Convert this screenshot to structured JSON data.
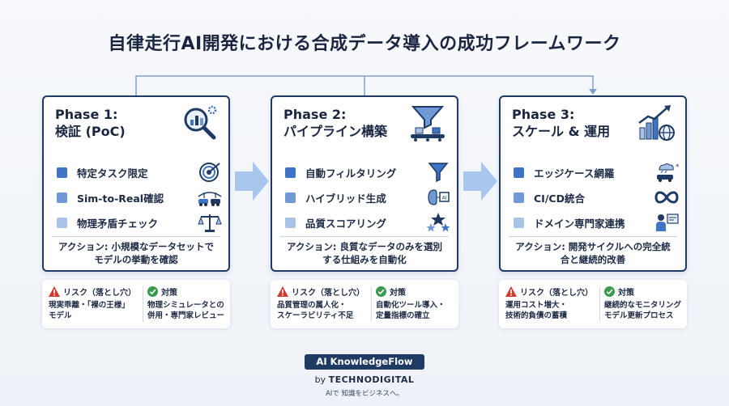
{
  "title": "自律走行AI開発における合成データ導入の成功フレームワーク",
  "colors": {
    "navy": "#1f3a63",
    "sq1": "#3f73c4",
    "sq2": "#6f9ad6",
    "sq3": "#a9c3e8",
    "arrow": "#a9c6ee",
    "warn": "#d03a2f",
    "check": "#3a9a4e"
  },
  "phases": [
    {
      "num": "Phase 1:",
      "name": "検証 (PoC)",
      "icon": "magnifier-chart-gear-icon",
      "items": [
        {
          "label": "特定タスク限定",
          "icon": "target-icon"
        },
        {
          "label": "Sim-to-Real確認",
          "icon": "cars-bridge-icon"
        },
        {
          "label": "物理矛盾チェック",
          "icon": "scale-icon"
        }
      ],
      "action": "アクション: 小規模なデータセットで\nモデルの挙動を確認",
      "risk_label": "リスク（落とし穴）",
      "risk_text": "現実乖離・「裸の王様」\nモデル",
      "measure_label": "対策",
      "measure_text": "物理シミュレータとの\n併用・専門家レビュー"
    },
    {
      "num": "Phase 2:",
      "name": "パイプライン構築",
      "icon": "funnel-conveyor-icon",
      "items": [
        {
          "label": "自動フィルタリング",
          "icon": "funnel-icon"
        },
        {
          "label": "ハイブリッド生成",
          "icon": "brain-ai-icon"
        },
        {
          "label": "品質スコアリング",
          "icon": "stars-icon"
        }
      ],
      "action": "アクション: 良質なデータのみを選別\nする仕組みを自動化",
      "risk_label": "リスク（落とし穴）",
      "risk_text": "品質管理の属人化・\nスケーラビリティ不足",
      "measure_label": "対策",
      "measure_text": "自動化ツール導入・\n定量指標の確立"
    },
    {
      "num": "Phase 3:",
      "name": "スケール & 運用",
      "icon": "growth-chart-globe-icon",
      "items": [
        {
          "label": "エッジケース網羅",
          "icon": "weather-car-icon"
        },
        {
          "label": "CI/CD統合",
          "icon": "infinity-loop-icon"
        },
        {
          "label": "ドメイン専門家連携",
          "icon": "expert-board-icon"
        }
      ],
      "action": "アクション: 開発サイクルへの完全統\n合と継続的改善",
      "risk_label": "リスク（落とし穴）",
      "risk_text": "運用コスト増大・\n技術的負債の蓄積",
      "measure_label": "対策",
      "measure_text": "継続的なモニタリング\nモデル更新プロセス"
    }
  ],
  "brand": {
    "name": "AI KnowledgeFlow",
    "by": "by",
    "company": "TECHNODIGITAL",
    "tagline": "AIで 知識をビジネスへ。"
  }
}
